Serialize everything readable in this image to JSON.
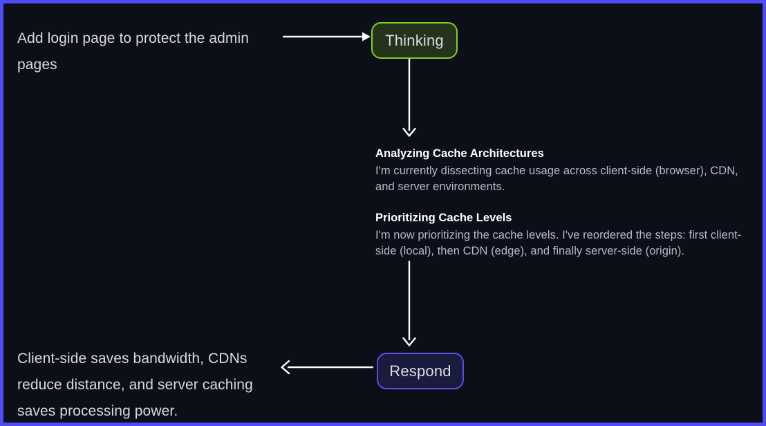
{
  "canvas": {
    "background_color": "#0c0f18",
    "frame_color": "#4f4bf7"
  },
  "prompt": {
    "text": "Add login page to protect the admin pages"
  },
  "nodes": {
    "thinking": {
      "label": "Thinking",
      "border_color": "#7fd128",
      "fill_color": "#26331c"
    },
    "respond": {
      "label": "Respond",
      "border_color": "#5b4fe8",
      "fill_color": "#1b1b3d"
    }
  },
  "thoughts": [
    {
      "title": "Analyzing Cache Architectures",
      "body": "I'm currently dissecting cache usage across client-side (browser), CDN, and server environments."
    },
    {
      "title": "Prioritizing Cache Levels",
      "body": "I'm now prioritizing the cache levels. I've reordered the steps: first client-side (local), then CDN (edge), and finally server-side (origin)."
    }
  ],
  "response": {
    "text": "Client-side saves bandwidth, CDNs reduce distance, and server caching saves processing power."
  },
  "arrows": {
    "color": "#ffffff",
    "prompt_to_thinking": "arrow-right",
    "thinking_to_thoughts": "arrow-down",
    "thoughts_to_respond": "arrow-down",
    "respond_to_response": "arrow-left"
  }
}
